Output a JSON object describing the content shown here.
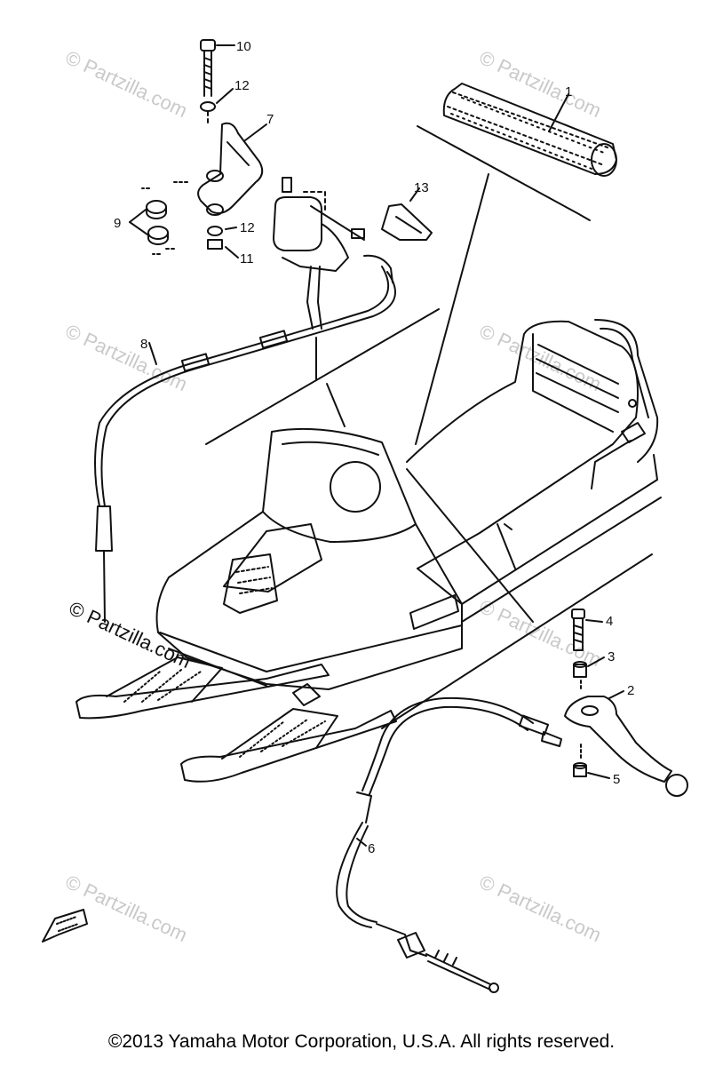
{
  "callouts": {
    "c1": "1",
    "c2": "2",
    "c3": "3",
    "c4": "4",
    "c5": "5",
    "c6": "6",
    "c7": "7",
    "c8": "8",
    "c9": "9",
    "c10": "10",
    "c11": "11",
    "c12a": "12",
    "c12b": "12",
    "c13": "13"
  },
  "watermark": {
    "text": "© Partzilla.com",
    "text_strong": "© Partzilla.com"
  },
  "copyright": "©2013  Yamaha Motor Corporation, U.S.A. All rights reserved.",
  "colors": {
    "ink": "#111111",
    "watermark": "#c9c9c9",
    "background": "#ffffff"
  }
}
